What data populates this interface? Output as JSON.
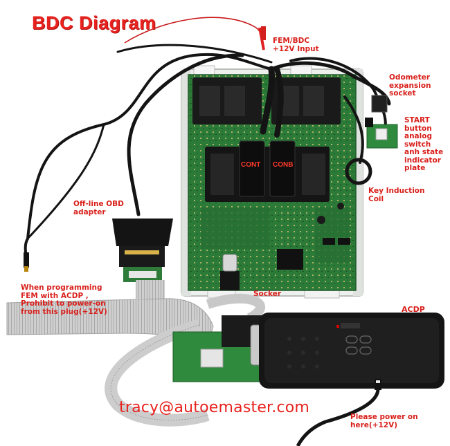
{
  "title": "BDC Diagram",
  "labels": {
    "fem_bdc_input": [
      "FEM/BDC",
      "+12V Input"
    ],
    "odometer": [
      "Odometer",
      "expansion",
      "socket"
    ],
    "start_button": [
      "START",
      "button",
      "analog",
      "switch",
      "anh state",
      "indicator",
      "plate"
    ],
    "key_induction": [
      "Key Induction",
      "Coil"
    ],
    "offline_obd": [
      "Off-line OBD",
      "adapter"
    ],
    "warning": [
      "When programming",
      "FEM with ACDP ,",
      "Prohibit to power-on",
      "from this plug(+12V)"
    ],
    "eeprom_socket": [
      "Socker"
    ],
    "acdp": "ACDP",
    "power_here": [
      "Please power on",
      "here(+12V)"
    ],
    "chip_left": "CONT",
    "chip_right": "CONB"
  },
  "email": "tracy@autoemaster.com",
  "colors": {
    "label_red": "#d9201b",
    "pcb_green": "#2f7d3a",
    "cable_black": "#141414",
    "ribbon_gray": "#c9c9c9"
  }
}
